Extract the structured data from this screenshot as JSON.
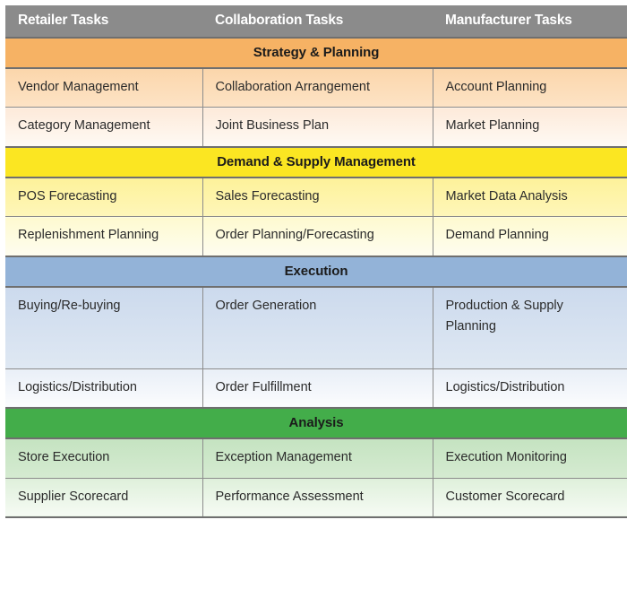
{
  "table": {
    "columns": [
      {
        "key": "retailer",
        "label": "Retailer Tasks"
      },
      {
        "key": "collaboration",
        "label": "Collaboration Tasks"
      },
      {
        "key": "manufacturer",
        "label": "Manufacturer Tasks"
      }
    ],
    "header_bg": "#8b8b8b",
    "header_text_color": "#ffffff",
    "sections": [
      {
        "id": "strategy",
        "title": "Strategy & Planning",
        "band_color": "#f6b264",
        "rows": [
          {
            "retailer": "Vendor Management",
            "collaboration": "Collaboration Arrangement",
            "manufacturer": "Account Planning"
          },
          {
            "retailer": "Category Management",
            "collaboration": "Joint Business Plan",
            "manufacturer": "Market Planning"
          }
        ]
      },
      {
        "id": "demand",
        "title": "Demand & Supply Management",
        "band_color": "#fbe622",
        "rows": [
          {
            "retailer": "POS Forecasting",
            "collaboration": "Sales Forecasting",
            "manufacturer": "Market Data Analysis"
          },
          {
            "retailer": "Replenishment Planning",
            "collaboration": "Order Planning/Forecasting",
            "manufacturer": "Demand Planning"
          }
        ]
      },
      {
        "id": "execution",
        "title": "Execution",
        "band_color": "#93b3d8",
        "rows": [
          {
            "retailer": "Buying/Re-buying",
            "collaboration": "Order Generation",
            "manufacturer": "Production & Supply Planning"
          },
          {
            "retailer": "Logistics/Distribution",
            "collaboration": "Order Fulfillment",
            "manufacturer": "Logistics/Distribution"
          }
        ]
      },
      {
        "id": "analysis",
        "title": "Analysis",
        "band_color": "#43ad4a",
        "rows": [
          {
            "retailer": "Store Execution",
            "collaboration": "Exception Management",
            "manufacturer": "Execution Monitoring"
          },
          {
            "retailer": "Supplier Scorecard",
            "collaboration": "Performance Assessment",
            "manufacturer": "Customer Scorecard"
          }
        ]
      }
    ]
  }
}
